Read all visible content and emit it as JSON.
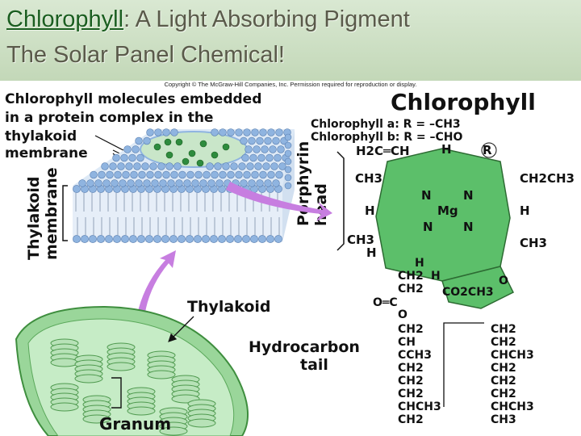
{
  "slide": {
    "title_word": "Chlorophyll",
    "title_rest": ":  A Light Absorbing Pigment",
    "subtitle": "The Solar Panel Chemical!"
  },
  "figure": {
    "copyright": "Copyright © The McGraw-Hill Companies, Inc. Permission required for reproduction or display.",
    "caption_lines": [
      "Chlorophyll molecules embedded",
      "in a protein complex in the",
      "thylakoid",
      "membrane"
    ],
    "thylakoid_membrane_lines": [
      "Thylakoid",
      "membrane"
    ],
    "porphyrin_head_lines": [
      "Porphyrin",
      "head"
    ],
    "thylakoid_label": "Thylakoid",
    "hydrocarbon_tail_lines": [
      "Hydrocarbon",
      "tail"
    ],
    "granum_label": "Granum",
    "chlorophyll_title": "Chlorophyll",
    "chlorophyll_a": "Chlorophyll a:  R = –CH3",
    "chlorophyll_b": "Chlorophyll b:  R = –CHO",
    "groups": {
      "h2c_ch": "H2C═CH",
      "h_top": "H",
      "r": "R",
      "ch3_left": "CH3",
      "ch2ch3": "CH2CH3",
      "n1": "N",
      "n2": "N",
      "n3": "N",
      "n4": "N",
      "mg": "Mg",
      "h_left": "H",
      "h_right": "H",
      "ch3_lower_left": "CH3",
      "h_lower_left": "H",
      "ch3_right": "CH3",
      "h_bottom": "H",
      "ch2_a": "CH2",
      "h_mid": "H",
      "ch2_b": "CH2",
      "co2ch3": "CO2CH3",
      "o_ring": "O",
      "o_double": "O═C",
      "o_ester": "O"
    },
    "tail_left": [
      "CH2",
      "CH",
      "CCH3",
      "CH2",
      "CH2",
      "CH2",
      "CHCH3",
      "CH2"
    ],
    "tail_right": [
      "CH2",
      "CH2",
      "CHCH3",
      "CH2",
      "CH2",
      "CH2",
      "CHCH3",
      "CH3"
    ]
  },
  "colors": {
    "title_text": "#5a5a4a",
    "title_keyword": "#1b5e20",
    "header_bg": "#c9dcbf",
    "membrane_blue": "#8fb4e0",
    "membrane_inner": "#c9e6c9",
    "chlorophyll_green": "#5cbf6a",
    "arrow_purple": "#c77ee0",
    "chloroplast_green": "#8fd08f"
  }
}
